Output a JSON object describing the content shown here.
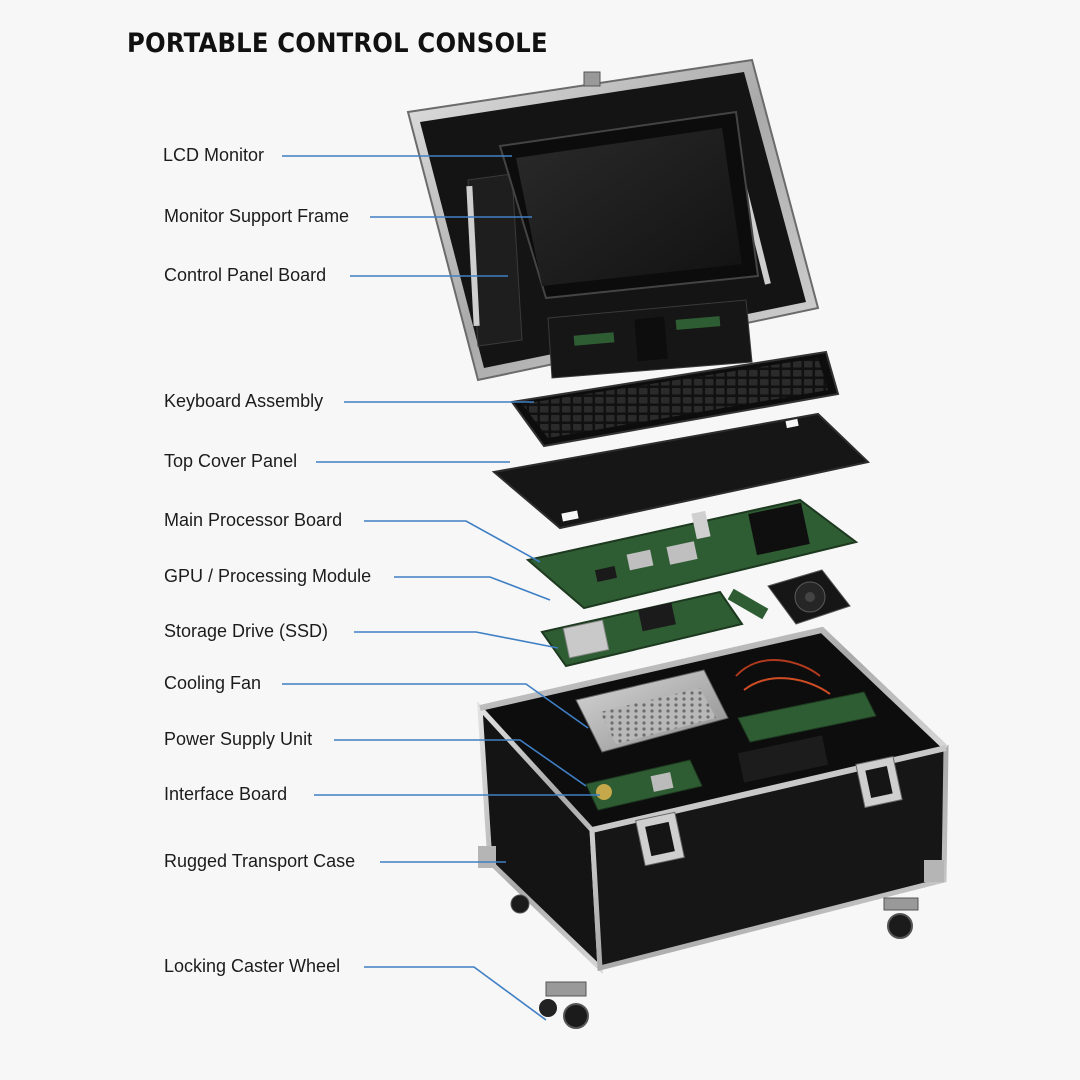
{
  "title": "PORTABLE CONTROL CONSOLE",
  "colors": {
    "background": "#f7f7f7",
    "leader_line": "#3f7fc4",
    "case_black": "#151515",
    "aluminum_trim": "#c4c4c4",
    "pcb_green": "#2f5d33"
  },
  "components": [
    {
      "label": "LCD Monitor"
    },
    {
      "label": "Monitor Support Frame"
    },
    {
      "label": "Control Panel Board"
    },
    {
      "label": "Keyboard Assembly"
    },
    {
      "label": "Top Cover Panel"
    },
    {
      "label": "Main Processor Board"
    },
    {
      "label": "GPU / Processing Module"
    },
    {
      "label": "Storage Drive (SSD)"
    },
    {
      "label": "Cooling Fan"
    },
    {
      "label": "Power Supply Unit"
    },
    {
      "label": "Interface Board"
    },
    {
      "label": "Rugged Transport Case"
    },
    {
      "label": "Locking Caster Wheel"
    }
  ]
}
